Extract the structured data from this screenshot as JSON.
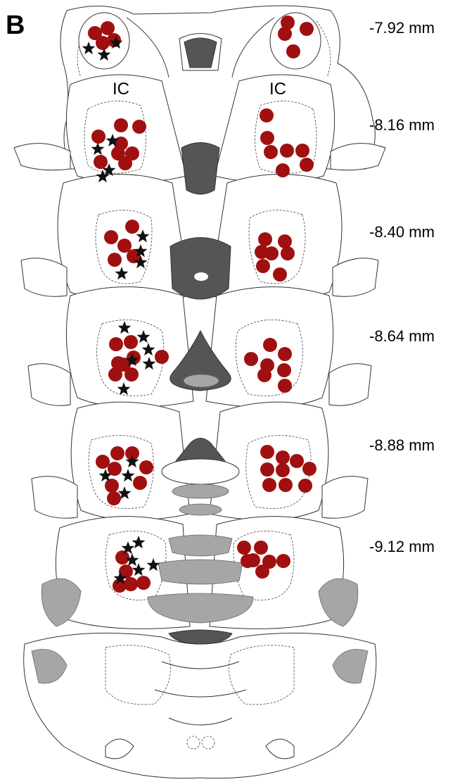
{
  "panel_label": "B",
  "region_labels": {
    "left": "IC",
    "right": "IC"
  },
  "colors": {
    "circle_marker": "#a01010",
    "star_marker": "#111111",
    "ventricle": "#555555",
    "grey_matter": "#a6a6a6"
  },
  "sections": [
    {
      "depth": "-7.92 mm"
    },
    {
      "depth": "-8.16 mm"
    },
    {
      "depth": "-8.40 mm"
    },
    {
      "depth": "-8.64 mm"
    },
    {
      "depth": "-8.88 mm"
    },
    {
      "depth": "-9.12 mm"
    }
  ]
}
